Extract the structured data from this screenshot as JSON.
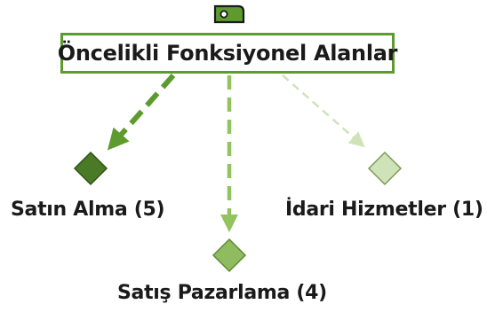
{
  "root": {
    "title": "Öncelikli Fonksiyonel Alanlar",
    "icon": "tag-icon",
    "border_color": "#5e9b2f"
  },
  "children": [
    {
      "label": "Satın Alma (5)",
      "value": 5,
      "color": "#4a7a26",
      "icon": "diamond-icon"
    },
    {
      "label": "Satış Pazarlama (4)",
      "value": 4,
      "color": "#8fbc5f",
      "icon": "diamond-icon"
    },
    {
      "label": "İdari Hizmetler (1)",
      "value": 1,
      "color": "#cfe3b8",
      "icon": "diamond-icon"
    }
  ]
}
